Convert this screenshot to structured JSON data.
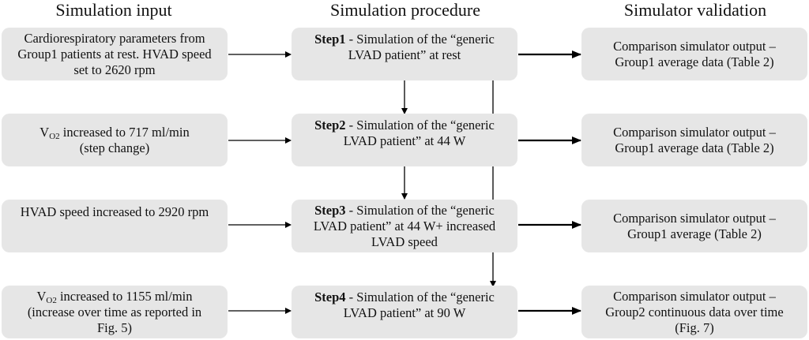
{
  "titles": {
    "input": "Simulation input",
    "procedure": "Simulation procedure",
    "validation": "Simulator validation"
  },
  "inputs": [
    {
      "lines": [
        "Cardiorespiratory parameters from",
        "Group1 patients at rest. HVAD speed",
        "set to 2620 rpm"
      ]
    },
    {
      "vo2_pre": "V",
      "vo2_sub": "O2",
      "vo2_post": " increased to 717 ml/min",
      "line2": "(step change)"
    },
    {
      "lines": [
        "HVAD speed increased to 2920 rpm"
      ]
    },
    {
      "vo2_pre": "V",
      "vo2_sub": "O2",
      "vo2_post": " increased to 1155 ml/min",
      "line2": "(increase over time as reported in",
      "line3": "Fig. 5)"
    }
  ],
  "steps": [
    {
      "label": "Step1",
      "rest1": " - Simulation of the “generic",
      "line2": "LVAD patient” at rest"
    },
    {
      "label": "Step2",
      "rest1": " - Simulation of the “generic",
      "line2": "LVAD patient” at 44 W"
    },
    {
      "label": "Step3",
      "rest1": " - Simulation of the “generic",
      "line2": "LVAD patient” at 44 W+ increased",
      "line3": "LVAD speed"
    },
    {
      "label": "Step4",
      "rest1": " - Simulation of the “generic",
      "line2": "LVAD patient” at 90 W"
    }
  ],
  "validations": [
    {
      "lines": [
        "Comparison simulator output –",
        "Group1 average data (Table 2)"
      ]
    },
    {
      "lines": [
        "Comparison simulator output –",
        "Group1 average data (Table 2)"
      ]
    },
    {
      "lines": [
        "Comparison simulator output –",
        "Group1 average (Table 2)"
      ]
    },
    {
      "lines": [
        "Comparison simulator output –",
        "Group2 continuous data over time",
        "(Fig. 7)"
      ]
    }
  ]
}
